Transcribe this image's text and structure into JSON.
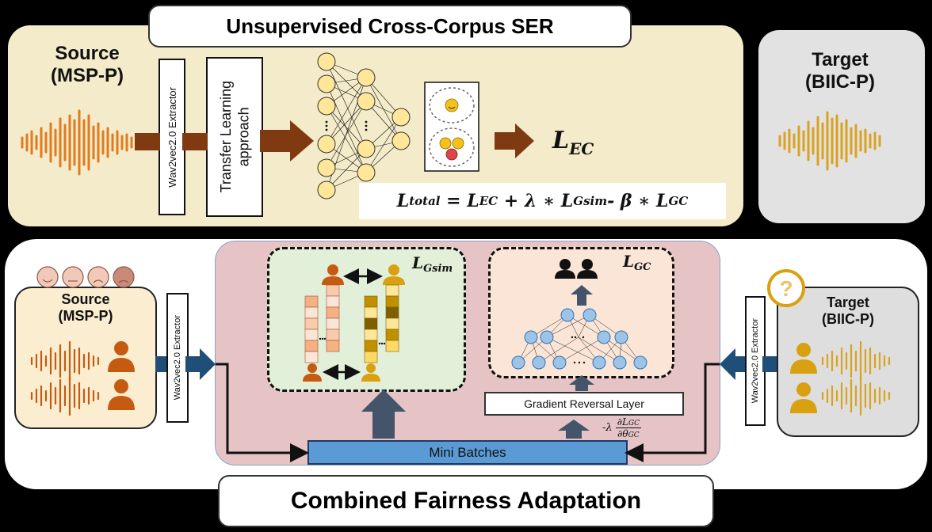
{
  "top": {
    "title": "Unsupervised Cross-Corpus SER",
    "source_label_1": "Source",
    "source_label_2": "(MSP-P)",
    "extractor": "Wav2vec2.0 Extractor",
    "transfer_1": "Transfer Learning",
    "transfer_2": "approach",
    "loss_ec": "L",
    "loss_ec_sub": "EC",
    "formula": {
      "l": "L",
      "total_sub": "total",
      "eq": " = ",
      "ec_sub": "EC",
      "plus": " + λ ∗ ",
      "gsim_sub": "Gsim",
      "minus": "- β ∗ ",
      "gc_sub": "GC"
    }
  },
  "target": {
    "label_1": "Target",
    "label_2": "(BIIC-P)"
  },
  "bottom": {
    "title": "Combined Fairness Adaptation",
    "source_label_1": "Source",
    "source_label_2": "(MSP-P)",
    "target_label_1": "Target",
    "target_label_2": "(BIIC-P)",
    "extractor_left": "Wav2vec2.0 Extractor",
    "extractor_right": "Wav2vec2.0 Extractor",
    "loss_gsim": "L",
    "loss_gsim_sub": "Gsim",
    "loss_gc": "L",
    "loss_gc_sub": "GC",
    "grl": "Gradient Reversal Layer",
    "mini_batches": "Mini Batches",
    "grad_lambda": "-λ",
    "grad_num": "∂L",
    "grad_num_sub": "GC",
    "grad_den": "∂θ",
    "grad_den_sub": "GC",
    "question": "?"
  },
  "colors": {
    "source_wave": "#e07b1f",
    "target_wave": "#d9a220",
    "arrow_brown": "#7f3a12",
    "arrow_blue": "#1f4e79",
    "node": "#ffe699",
    "gc_node": "#9dc3e6",
    "person_source": "#c55a11",
    "person_target": "#d9a00f"
  },
  "icons": [
    "smiley-icon",
    "neutral-face-icon",
    "sad-face-icon",
    "angry-face-icon",
    "question-icon",
    "person-icon"
  ]
}
